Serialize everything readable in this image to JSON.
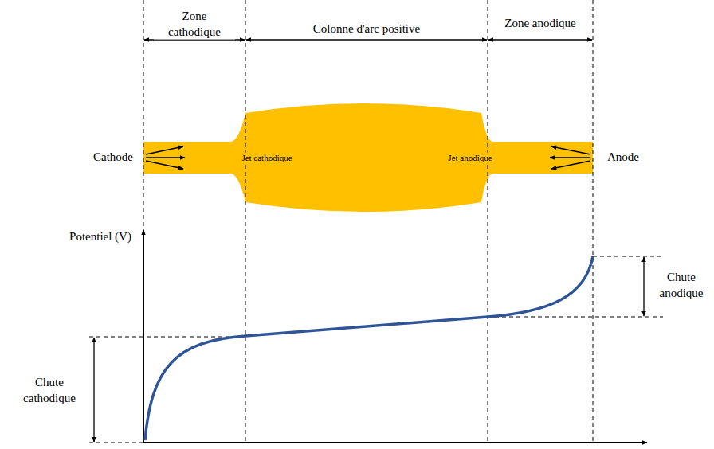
{
  "diagram": {
    "nodes": [
      {
        "text": [
          "Jet cathodique",
          "Jet anodique"
        ]
      }
    ],
    "labels": [
      "Zone cathodique",
      "Colonne d'arc positive",
      "Zone anodique",
      "Cathode",
      "Anode",
      "Potentiel (V)",
      "Chute cathodique",
      "Chute anodique"
    ]
  }
}
